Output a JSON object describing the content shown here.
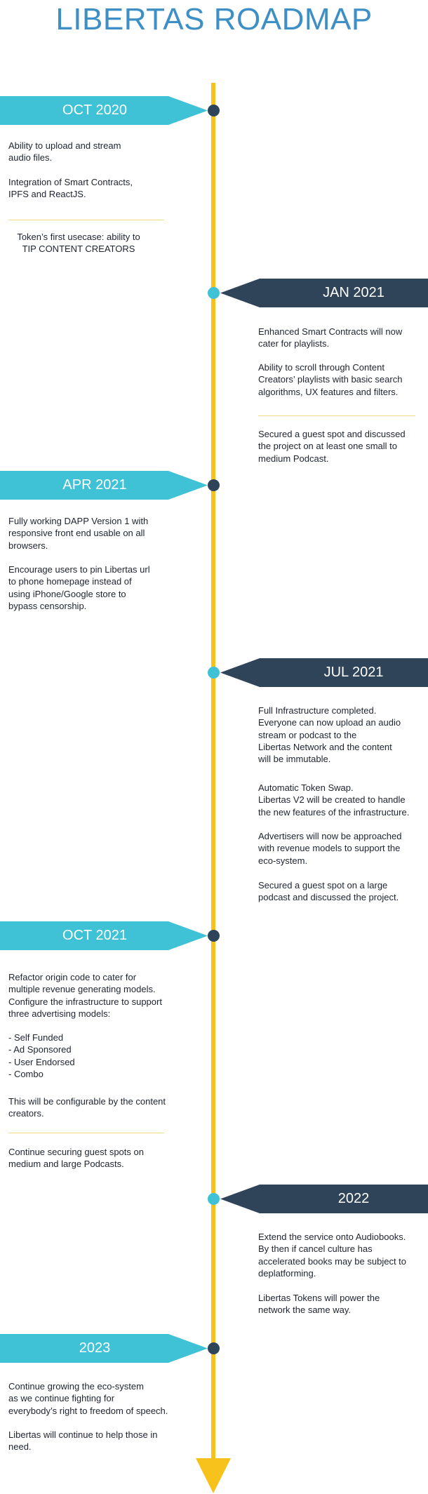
{
  "title": "LIBERTAS ROADMAP",
  "milestones": [
    {
      "date": "OCT 2020",
      "items": [
        "Ability to upload and stream\naudio files.",
        "Integration of  Smart Contracts,\nIPFS and ReactJS.",
        "Token’s first usecase: ability to\nTIP CONTENT CREATORS"
      ]
    },
    {
      "date": "JAN 2021",
      "items": [
        "Enhanced Smart Contracts will now\ncater for playlists.",
        "Ability to scroll through Content\nCreators’ playlists with basic search\nalgorithms, UX features and filters.",
        "Secured a guest spot and discussed\nthe project on at least one small to\nmedium Podcast."
      ]
    },
    {
      "date": "APR 2021",
      "items": [
        "Fully working DAPP Version 1 with\nresponsive front end usable on all\nbrowsers.",
        "Encourage users to pin Libertas url\nto phone homepage instead of\nusing iPhone/Google store to\nbypass censorship."
      ]
    },
    {
      "date": "JUL 2021",
      "items": [
        "Full Infrastructure completed.\nEveryone  can now upload an audio\nstream or podcast to the\nLibertas Network and the content\nwill be immutable.",
        "Automatic Token Swap.\nLibertas V2 will be created to handle\nthe new features of the infrastructure.",
        "Advertisers will now be approached\nwith revenue models to support the\neco-system.",
        "Secured a guest spot on a  large\npodcast and discussed the project."
      ]
    },
    {
      "date": "OCT 2021",
      "items": [
        "Refactor origin code to cater for\nmultiple revenue generating models.\nConfigure the infrastructure to support\nthree advertising models:",
        "- Self Funded\n- Ad Sponsored\n- User Endorsed\n- Combo",
        "This will be configurable by the content\ncreators.",
        "Continue securing guest spots on\nmedium and large Podcasts."
      ]
    },
    {
      "date": "2022",
      "items": [
        "Extend the service onto Audiobooks.\nBy then if cancel culture has\naccelerated books may be subject to\ndeplatforming.",
        "Libertas Tokens will power the\nnetwork the same way."
      ]
    },
    {
      "date": "2023",
      "items": [
        "Continue growing the eco-system\nas we continue fighting for\neverybody’s right to freedom of speech.",
        "Libertas will continue to help those in\nneed."
      ]
    }
  ],
  "colors": {
    "title": "#3d8fc6",
    "teal": "#3fc1d6",
    "navy": "#2f4459",
    "timeline": "#f6c21b",
    "divider": "#f3dc8a"
  }
}
